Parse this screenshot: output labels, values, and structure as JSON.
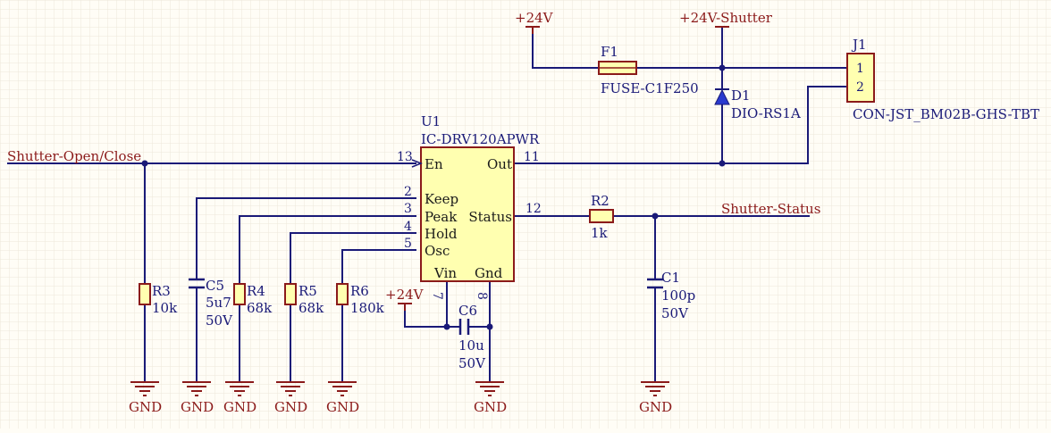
{
  "colors": {
    "background": "#fffdf6",
    "grid": "#ece8da",
    "wire": "#1a1a78",
    "power": "#8b1a1a",
    "ic_fill": "#ffffb0",
    "component_fill": "#ffffb0",
    "text": "#1a1a78",
    "net_label": "#8b1a1a"
  },
  "nets": {
    "shutter_open_close": "Shutter-Open/Close",
    "shutter_status": "Shutter-Status",
    "p24v_a": "+24V",
    "p24v_b": "+24V",
    "p24v_shutter": "+24V-Shutter",
    "gnd": "GND"
  },
  "u1": {
    "ref": "U1",
    "value": "IC-DRV120APWR",
    "pins": {
      "en": {
        "name": "En",
        "num": "13"
      },
      "out": {
        "name": "Out",
        "num": "11"
      },
      "keep": {
        "name": "Keep",
        "num": "2"
      },
      "peak": {
        "name": "Peak",
        "num": "3"
      },
      "status": {
        "name": "Status",
        "num": "12"
      },
      "hold": {
        "name": "Hold",
        "num": "4"
      },
      "osc": {
        "name": "Osc",
        "num": "5"
      },
      "vin": {
        "name": "Vin",
        "num": "7"
      },
      "gnd": {
        "name": "Gnd",
        "num": "8"
      }
    }
  },
  "f1": {
    "ref": "F1",
    "value": "FUSE-C1F250"
  },
  "d1": {
    "ref": "D1",
    "value": "DIO-RS1A"
  },
  "j1": {
    "ref": "J1",
    "value": "CON-JST_BM02B-GHS-TBT",
    "pin1": "1",
    "pin2": "2"
  },
  "r2": {
    "ref": "R2",
    "value": "1k"
  },
  "r3": {
    "ref": "R3",
    "value": "10k"
  },
  "r4": {
    "ref": "R4",
    "value": "68k"
  },
  "r5": {
    "ref": "R5",
    "value": "68k"
  },
  "r6": {
    "ref": "R6",
    "value": "180k"
  },
  "c1": {
    "ref": "C1",
    "value": "100p",
    "rating": "50V"
  },
  "c5": {
    "ref": "C5",
    "value": "5u7",
    "rating": "50V"
  },
  "c6": {
    "ref": "C6",
    "value": "10u",
    "rating": "50V"
  }
}
